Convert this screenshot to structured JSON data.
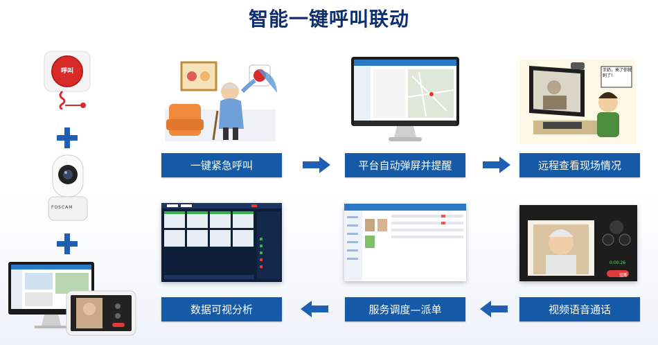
{
  "title": "智能一键呼叫联动",
  "steps": {
    "s1": "一键紧急呼叫",
    "s2": "平台自动弹屏并提醒",
    "s3": "远程查看现场情况",
    "s4": "视频语音通话",
    "s5": "服务调度—派单",
    "s6": "数据可视分析"
  },
  "devices": {
    "call_button_text": "呼叫",
    "camera_brand": "FOSCAM"
  },
  "illustrations": {
    "bubble_text": "王奶，来了你就刺了！",
    "timer_text": "0:00:26",
    "hangup_text": "挂断"
  },
  "colors": {
    "title": "#0c2f73",
    "label_bg": "#145aa6",
    "arrow": "#1e5fb3"
  }
}
